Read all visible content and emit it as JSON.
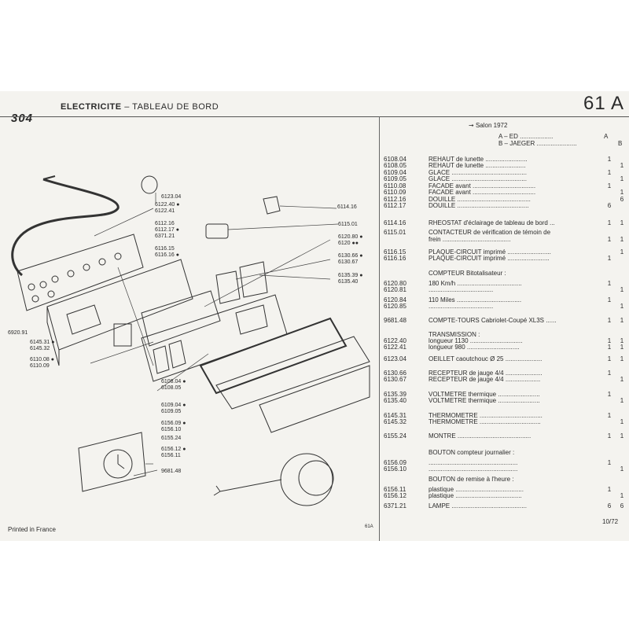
{
  "header": {
    "model": "304",
    "title": "ELECTRICITE",
    "subtitle": "– TABLEAU DE BORD",
    "page_code": "61 A"
  },
  "column_header": {
    "salon": "Salon 1972",
    "a_label": "A – ED",
    "a_dots": "...................",
    "a_code": "A",
    "b_label": "B – JAEGER",
    "b_dots": ".......................",
    "b_code": "B"
  },
  "parts": [
    {
      "ref": "6108.04",
      "desc": "REHAUT de lunette ........................",
      "a": "1",
      "b": ""
    },
    {
      "ref": "6108.05",
      "desc": "REHAUT de lunette .......................",
      "a": "",
      "b": "1"
    },
    {
      "ref": "6109.04",
      "desc": "GLACE ...........................................",
      "a": "1",
      "b": ""
    },
    {
      "ref": "6109.05",
      "desc": "GLACE ...........................................",
      "a": "",
      "b": "1"
    },
    {
      "ref": "6110.08",
      "desc": "FACADE avant ....................................",
      "a": "1",
      "b": ""
    },
    {
      "ref": "6110.09",
      "desc": "FACADE avant ....................................",
      "a": "",
      "b": "1"
    },
    {
      "ref": "6112.16",
      "desc": "DOUILLE ..........................................",
      "a": "",
      "b": "6"
    },
    {
      "ref": "6112.17",
      "desc": "DOUILLE .........................................",
      "a": "6",
      "b": ""
    },
    {
      "ref": "6114.16",
      "desc": "RHEOSTAT d'éclairage de tableau de bord ...",
      "a": "1",
      "b": "1"
    },
    {
      "ref": "6115.01",
      "desc": "CONTACTEUR de vérification de témoin de",
      "a": "",
      "b": ""
    },
    {
      "ref": "",
      "desc": "    frein .......................................",
      "a": "1",
      "b": "1"
    },
    {
      "ref": "6116.15",
      "desc": "PLAQUE-CIRCUIT imprimé .........................",
      "a": "",
      "b": "1"
    },
    {
      "ref": "6116.16",
      "desc": "PLAQUE-CIRCUIT imprimé ........................",
      "a": "1",
      "b": ""
    },
    {
      "ref": "",
      "desc": "COMPTEUR Bitotalisateur :",
      "a": "",
      "b": ""
    },
    {
      "ref": "6120.80",
      "desc": "180 Km/h  .....................................",
      "a": "1",
      "b": ""
    },
    {
      "ref": "6120.81",
      "desc": "               .....................................",
      "a": "",
      "b": "1"
    },
    {
      "ref": "6120.84",
      "desc": "110 Miles .....................................",
      "a": "1",
      "b": ""
    },
    {
      "ref": "6120.85",
      "desc": "               .....................................",
      "a": "",
      "b": "1"
    },
    {
      "ref": "9681.48",
      "desc": "COMPTE-TOURS Cabriolet-Coupé XL3S ......",
      "a": "1",
      "b": "1"
    },
    {
      "ref": "",
      "desc": "TRANSMISSION :",
      "a": "",
      "b": ""
    },
    {
      "ref": "6122.40",
      "desc": "longueur 1130 ..............................",
      "a": "1",
      "b": "1"
    },
    {
      "ref": "6122.41",
      "desc": "longueur  980 ..............................",
      "a": "1",
      "b": "1"
    },
    {
      "ref": "6123.04",
      "desc": "OEILLET caoutchouc Ø 25 .....................",
      "a": "1",
      "b": "1"
    },
    {
      "ref": "6130.66",
      "desc": "RECEPTEUR de jauge 4/4 .....................",
      "a": "1",
      "b": ""
    },
    {
      "ref": "6130.67",
      "desc": "RECEPTEUR de jauge 4/4 ....................",
      "a": "",
      "b": "1"
    },
    {
      "ref": "6135.39",
      "desc": "VOLTMETRE thermique ........................",
      "a": "1",
      "b": ""
    },
    {
      "ref": "6135.40",
      "desc": "VOLTMETRE thermique ........................",
      "a": "",
      "b": "1"
    },
    {
      "ref": "6145.31",
      "desc": "THERMOMETRE ....................................",
      "a": "1",
      "b": ""
    },
    {
      "ref": "6145.32",
      "desc": "THERMOMETRE ...................................",
      "a": "",
      "b": "1"
    },
    {
      "ref": "6155.24",
      "desc": "MONTRE ..........................................",
      "a": "1",
      "b": "1"
    },
    {
      "ref": "",
      "desc": "BOUTON compteur journalier :",
      "a": "",
      "b": ""
    },
    {
      "ref": "6156.09",
      "desc": "  ...................................................",
      "a": "1",
      "b": ""
    },
    {
      "ref": "6156.10",
      "desc": "  ...................................................",
      "a": "",
      "b": "1"
    },
    {
      "ref": "",
      "desc": "BOUTON de remise à l'heure :",
      "a": "",
      "b": ""
    },
    {
      "ref": "6156.11",
      "desc": "  plastique .......................................",
      "a": "1",
      "b": ""
    },
    {
      "ref": "6156.12",
      "desc": "  plastique ......................................",
      "a": "",
      "b": "1"
    },
    {
      "ref": "6371.21",
      "desc": "LAMPE ...........................................",
      "a": "6",
      "b": "6"
    }
  ],
  "callouts": [
    {
      "lines": [
        "6123.04"
      ]
    },
    {
      "lines": [
        "6122.40 ●",
        "6122.41"
      ]
    },
    {
      "lines": [
        "6114.16"
      ]
    },
    {
      "lines": [
        "6112.16",
        "6112.17 ●",
        "6371.21"
      ]
    },
    {
      "lines": [
        "6116.15",
        "6116.16 ●"
      ]
    },
    {
      "lines": [
        "6115.01"
      ]
    },
    {
      "lines": [
        "6120.80 ●",
        "6120 ●●"
      ]
    },
    {
      "lines": [
        "6130.66 ●",
        "6130.67"
      ]
    },
    {
      "lines": [
        "6135.39 ●",
        "6135.40"
      ]
    },
    {
      "lines": [
        "6920.91"
      ]
    },
    {
      "lines": [
        "6145.31 ●",
        "6145.32"
      ]
    },
    {
      "lines": [
        "6110.08 ●",
        "6110.09"
      ]
    },
    {
      "lines": [
        "6108.04 ●",
        "6108.05"
      ]
    },
    {
      "lines": [
        "6109.04 ●",
        "6109.05"
      ]
    },
    {
      "lines": [
        "6156.09 ●",
        "6156.10"
      ]
    },
    {
      "lines": [
        "6155.24"
      ]
    },
    {
      "lines": [
        "6156.12 ●",
        "6156.11"
      ]
    },
    {
      "lines": [
        "9681.48"
      ]
    }
  ],
  "footer": {
    "printed": "Printed in France",
    "code": "61A",
    "date": "10/72"
  }
}
